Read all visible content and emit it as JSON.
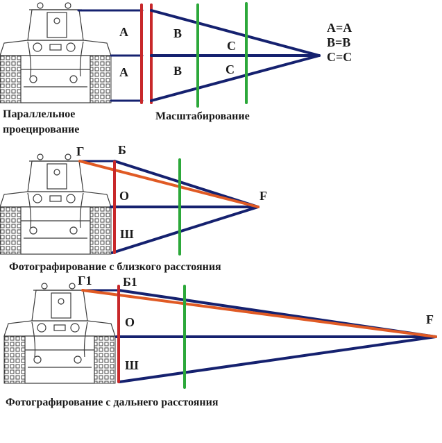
{
  "colors": {
    "blue": "#15216f",
    "red": "#c8282a",
    "orange": "#e05a24",
    "green": "#2ca83a",
    "text": "#1a1a1a"
  },
  "panel1": {
    "caption_line1": "Параллельное",
    "caption_line2": "проецирование",
    "caption_scaling": "Масштабирование",
    "label_a_top": "A",
    "label_a_bottom": "A",
    "label_b_top": "B",
    "label_b_bottom": "B",
    "label_c_top": "C",
    "label_c_bottom": "C",
    "legend": [
      "A=A",
      "B=B",
      "C=C"
    ]
  },
  "panel2": {
    "caption": "Фотографирование с близкого расстояния",
    "label_g": "Г",
    "label_b": "Б",
    "label_o": "О",
    "label_sh": "Ш",
    "label_f": "F"
  },
  "panel3": {
    "caption": "Фотографирование с дальнего расстояния",
    "label_g": "Г1",
    "label_b": "Б1",
    "label_o": "О",
    "label_sh": "Ш",
    "label_f": "F"
  }
}
